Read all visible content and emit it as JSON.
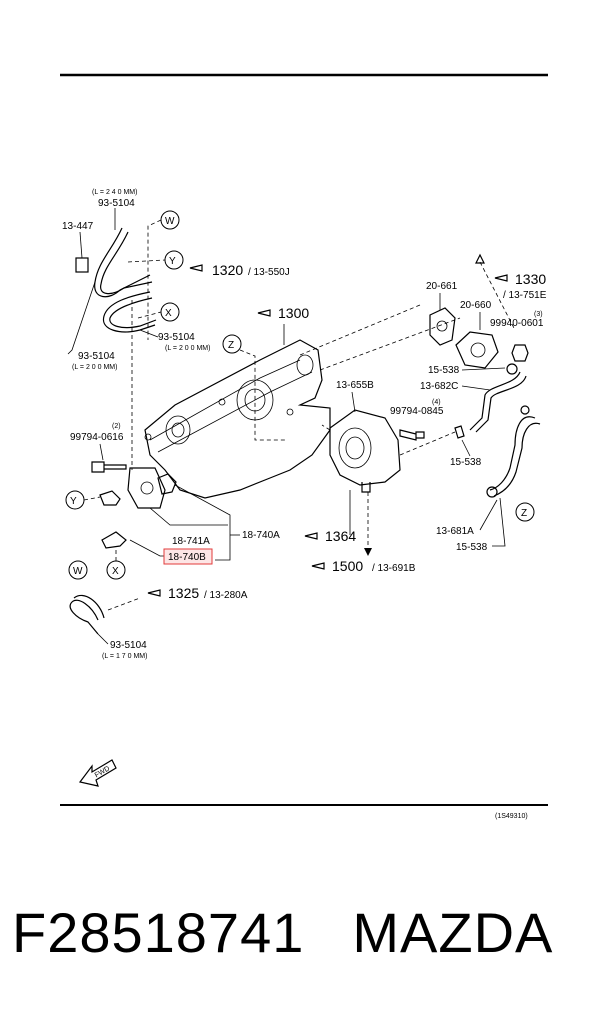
{
  "figure_code": "(1S49310)",
  "footer": {
    "part_number": "F28518741",
    "brand": "MAZDA"
  },
  "fwd_label": "FWD",
  "hoses": {
    "h1": {
      "code": "93-5104",
      "length": "(L = 2 4 0 MM)"
    },
    "h2": {
      "code": "93-5104",
      "length": "(L = 2 0 0 MM)"
    },
    "h3": {
      "code": "93-5104",
      "length": "(L = 2 0 0 MM)"
    },
    "h4": {
      "code": "93-5104",
      "length": "(L = 1 7 0 MM)"
    }
  },
  "callouts": [
    "W",
    "Y",
    "X",
    "Z"
  ],
  "refs": {
    "r1320": {
      "num": "1320",
      "sub": "/ 13-550J"
    },
    "r1300": {
      "num": "1300"
    },
    "r1330": {
      "num": "1330",
      "sub": "/ 13-751E"
    },
    "r1364": {
      "num": "1364"
    },
    "r1500": {
      "num": "1500",
      "sub": "/ 13-691B"
    },
    "r1325": {
      "num": "1325",
      "sub": "/ 13-280A"
    }
  },
  "parts": {
    "p13447": "13-447",
    "p99794a": "99794-0616",
    "p99794a_qty": "(2)",
    "p18741A": "18-741A",
    "p18740A": "18-740A",
    "p18740B": "18-740B",
    "p20661": "20-661",
    "p20660": "20-660",
    "p99940": "99940-0601",
    "p99940_qty": "(3)",
    "p15538a": "15-538",
    "p13682C": "13-682C",
    "p13655B": "13-655B",
    "p99794b": "99794-0845",
    "p99794b_qty": "(4)",
    "p15538b": "15-538",
    "p13681A": "13-681A",
    "p15538c": "15-538"
  },
  "highlight": {
    "target": "18-740B",
    "color": "#e23b3b"
  }
}
